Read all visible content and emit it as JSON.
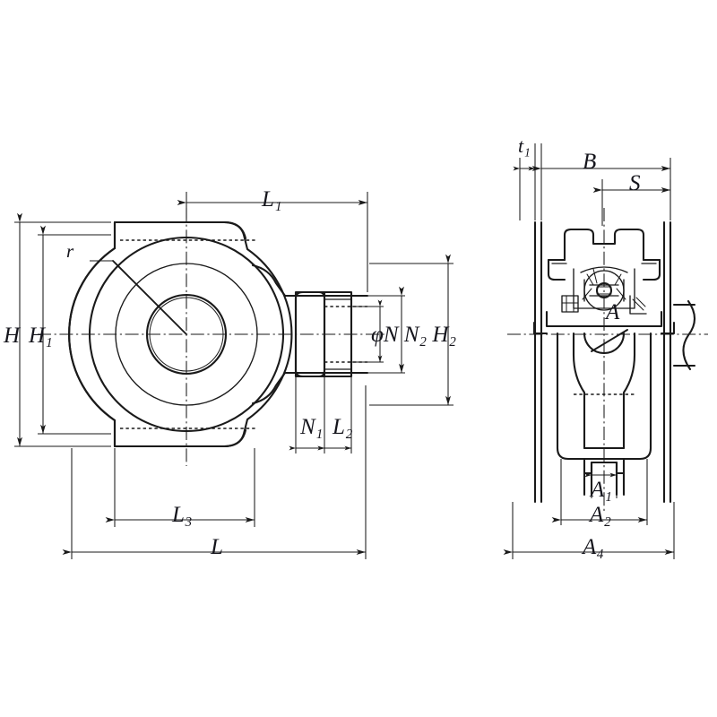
{
  "drawing": {
    "type": "engineering-drawing",
    "subject": "take-up bearing unit",
    "projection": "two-view orthographic (front view and side section view)",
    "background_color": "#ffffff",
    "line_color": "#1a1a1a"
  },
  "labels": {
    "H": "H",
    "H1": "H₁",
    "H2": "H₂",
    "L": "L",
    "L1": "L₁",
    "L2": "L₂",
    "L3": "L₃",
    "N1": "N₁",
    "phiNN2H2": "φN N₂ H₂",
    "r": "r",
    "t1": "t₁",
    "B": "B",
    "S": "S",
    "A": "A",
    "A1": "A₁",
    "A2": "A₂",
    "A4": "A₄"
  },
  "dimensions": {
    "left_view": [
      {
        "name": "H",
        "label": "H",
        "orientation": "vertical",
        "note": "overall housing height"
      },
      {
        "name": "H1",
        "label": "H₁",
        "orientation": "vertical",
        "note": "height across flats"
      },
      {
        "name": "H2",
        "label": "H₂",
        "orientation": "vertical",
        "note": "boss height"
      },
      {
        "name": "N2",
        "label": "N₂",
        "orientation": "vertical",
        "note": "slot height"
      },
      {
        "name": "phiN",
        "label": "φN",
        "orientation": "vertical",
        "note": "bore diameter of boss"
      },
      {
        "name": "L",
        "label": "L",
        "orientation": "horizontal",
        "note": "overall length"
      },
      {
        "name": "L1",
        "label": "L₁",
        "orientation": "horizontal",
        "note": "centre to end"
      },
      {
        "name": "L2",
        "label": "L₂",
        "orientation": "horizontal",
        "note": "boss step width"
      },
      {
        "name": "L3",
        "label": "L₃",
        "orientation": "horizontal",
        "note": "flat width"
      },
      {
        "name": "N1",
        "label": "N₁",
        "orientation": "horizontal",
        "note": "boss width"
      },
      {
        "name": "r",
        "label": "r",
        "orientation": "radial",
        "note": "corner radius leader"
      }
    ],
    "right_view": [
      {
        "name": "t1",
        "label": "t₁",
        "orientation": "horizontal",
        "note": "rail thickness"
      },
      {
        "name": "B",
        "label": "B",
        "orientation": "horizontal",
        "note": "bearing width"
      },
      {
        "name": "S",
        "label": "S",
        "orientation": "horizontal",
        "note": "inner ring offset"
      },
      {
        "name": "A",
        "label": "A",
        "orientation": "leader",
        "note": "section callout"
      },
      {
        "name": "A1",
        "label": "A₁",
        "orientation": "horizontal",
        "note": "neck width"
      },
      {
        "name": "A2",
        "label": "A₂",
        "orientation": "horizontal",
        "note": "body width"
      },
      {
        "name": "A4",
        "label": "A₄",
        "orientation": "horizontal",
        "note": "overall width"
      }
    ]
  }
}
